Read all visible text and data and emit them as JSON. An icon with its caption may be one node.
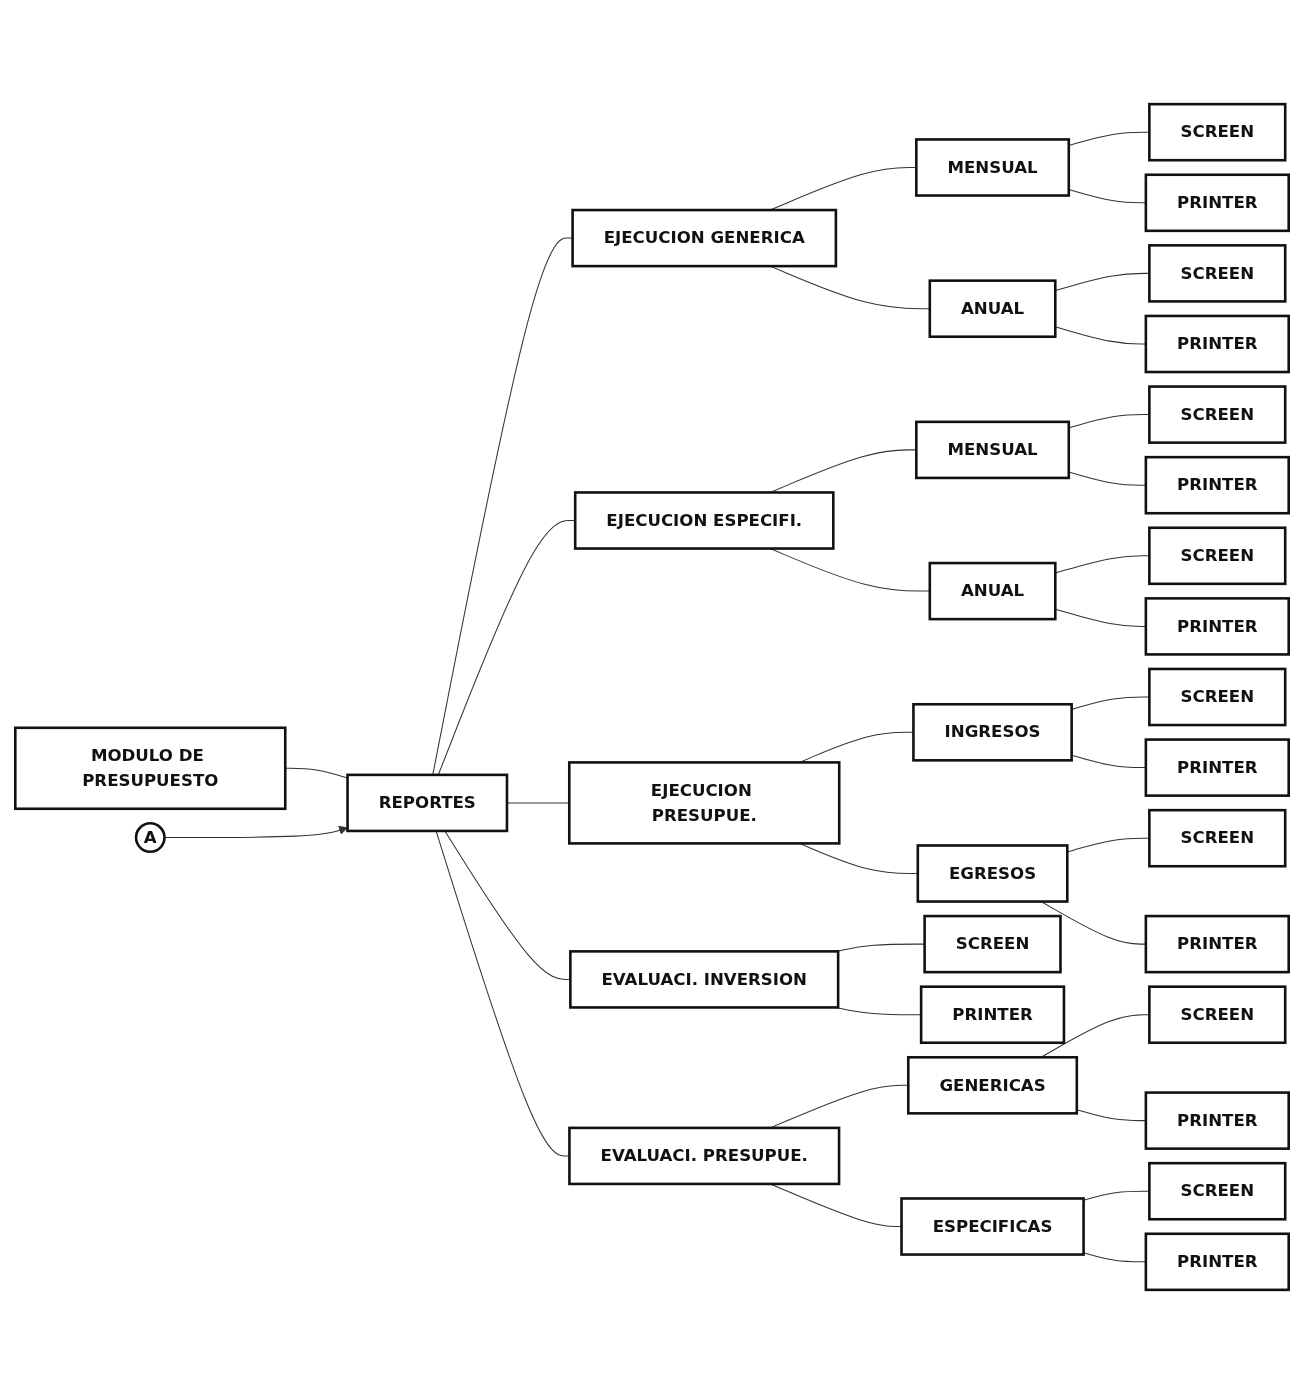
{
  "diagram": {
    "nodes": [
      {
        "text": [
          "MODULO DE PRESUPUESTO"
        ]
      },
      {
        "text": [
          "A"
        ]
      },
      {
        "text": [
          "REPORTES"
        ]
      },
      {
        "text": [
          "EJECUCION GENERICA"
        ]
      },
      {
        "text": [
          "MENSUAL"
        ]
      },
      {
        "text": [
          "SCREEN"
        ]
      },
      {
        "text": [
          "PRINTER"
        ]
      },
      {
        "text": [
          "ANUAL"
        ]
      },
      {
        "text": [
          "SCREEN"
        ]
      },
      {
        "text": [
          "PRINTER"
        ]
      },
      {
        "text": [
          "EJECUCION ESPECIFI."
        ]
      },
      {
        "text": [
          "MENSUAL"
        ]
      },
      {
        "text": [
          "SCREEN"
        ]
      },
      {
        "text": [
          "PRINTER"
        ]
      },
      {
        "text": [
          "ANUAL"
        ]
      },
      {
        "text": [
          "SCREEN"
        ]
      },
      {
        "text": [
          "PRINTER"
        ]
      },
      {
        "text": [
          "EJECUCION PRESUPUE."
        ]
      },
      {
        "text": [
          "INGRESOS"
        ]
      },
      {
        "text": [
          "SCREEN"
        ]
      },
      {
        "text": [
          "PRINTER"
        ]
      },
      {
        "text": [
          "EGRESOS"
        ]
      },
      {
        "text": [
          "SCREEN"
        ]
      },
      {
        "text": [
          "PRINTER"
        ]
      },
      {
        "text": [
          "EVALUACI. INVERSION"
        ]
      },
      {
        "text": [
          "SCREEN"
        ]
      },
      {
        "text": [
          "PRINTER"
        ]
      },
      {
        "text": [
          "EVALUACI. PRESUPUE."
        ]
      },
      {
        "text": [
          "GENERICAS"
        ]
      },
      {
        "text": [
          "SCREEN"
        ]
      },
      {
        "text": [
          "PRINTER"
        ]
      },
      {
        "text": [
          "ESPECIFICAS"
        ]
      },
      {
        "text": [
          "SCREEN"
        ]
      },
      {
        "text": [
          "PRINTER"
        ]
      }
    ],
    "edges": [
      {
        "from": 0,
        "to": 2,
        "arrow": "none"
      },
      {
        "from": 1,
        "to": 2,
        "arrow": "to"
      },
      {
        "from": 2,
        "to": 3,
        "arrow": "none"
      },
      {
        "from": 3,
        "to": 4,
        "arrow": "none"
      },
      {
        "from": 4,
        "to": 5,
        "arrow": "none"
      },
      {
        "from": 4,
        "to": 6,
        "arrow": "none"
      },
      {
        "from": 3,
        "to": 7,
        "arrow": "none"
      },
      {
        "from": 7,
        "to": 8,
        "arrow": "none"
      },
      {
        "from": 7,
        "to": 9,
        "arrow": "none"
      },
      {
        "from": 2,
        "to": 10,
        "arrow": "none"
      },
      {
        "from": 10,
        "to": 11,
        "arrow": "none"
      },
      {
        "from": 11,
        "to": 12,
        "arrow": "none"
      },
      {
        "from": 11,
        "to": 13,
        "arrow": "none"
      },
      {
        "from": 10,
        "to": 14,
        "arrow": "none"
      },
      {
        "from": 14,
        "to": 15,
        "arrow": "none"
      },
      {
        "from": 14,
        "to": 16,
        "arrow": "none"
      },
      {
        "from": 2,
        "to": 17,
        "arrow": "none"
      },
      {
        "from": 17,
        "to": 18,
        "arrow": "none"
      },
      {
        "from": 18,
        "to": 19,
        "arrow": "none"
      },
      {
        "from": 18,
        "to": 20,
        "arrow": "none"
      },
      {
        "from": 17,
        "to": 21,
        "arrow": "none"
      },
      {
        "from": 21,
        "to": 22,
        "arrow": "none"
      },
      {
        "from": 21,
        "to": 23,
        "arrow": "none"
      },
      {
        "from": 2,
        "to": 24,
        "arrow": "none"
      },
      {
        "from": 24,
        "to": 25,
        "arrow": "none"
      },
      {
        "from": 24,
        "to": 26,
        "arrow": "none"
      },
      {
        "from": 2,
        "to": 27,
        "arrow": "none"
      },
      {
        "from": 27,
        "to": 28,
        "arrow": "none"
      },
      {
        "from": 28,
        "to": 29,
        "arrow": "none"
      },
      {
        "from": 28,
        "to": 30,
        "arrow": "none"
      },
      {
        "from": 27,
        "to": 31,
        "arrow": "none"
      },
      {
        "from": 31,
        "to": 32,
        "arrow": "none"
      },
      {
        "from": 31,
        "to": 33,
        "arrow": "none"
      }
    ]
  }
}
